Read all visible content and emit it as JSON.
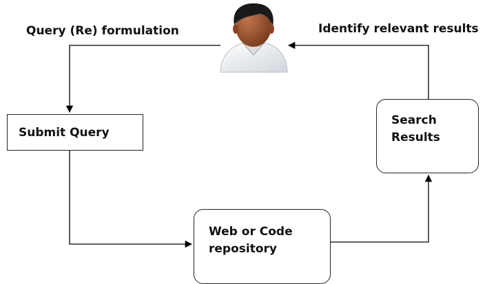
{
  "labels": {
    "query_reformulation": "Query (Re) formulation",
    "identify_results": "Identify relevant results"
  },
  "boxes": {
    "submit_query": "Submit Query",
    "search_results_line1": "Search",
    "search_results_line2": "Results",
    "repository_line1": "Web or Code",
    "repository_line2": "repository"
  },
  "icons": {
    "user": "user-avatar-icon"
  }
}
